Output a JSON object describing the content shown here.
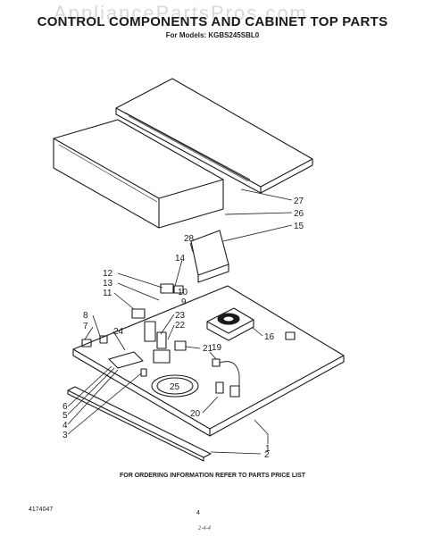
{
  "header": {
    "watermark": "AppliancePartsPros.com",
    "title": "CONTROL COMPONENTS AND CABINET TOP PARTS",
    "subtitle": "For Models: KGBS245SBL0"
  },
  "footer": {
    "ordering_note": "FOR ORDERING INFORMATION REFER TO PARTS PRICE LIST",
    "doc_code": "4174047",
    "page_number": "4",
    "date_mark": "2-4-4"
  },
  "callouts": [
    "27",
    "26",
    "15",
    "28",
    "14",
    "12",
    "13",
    "10",
    "11",
    "9",
    "8",
    "7",
    "23",
    "22",
    "24",
    "21",
    "16",
    "19",
    "25",
    "6",
    "5",
    "4",
    "3",
    "20",
    "1",
    "2"
  ]
}
